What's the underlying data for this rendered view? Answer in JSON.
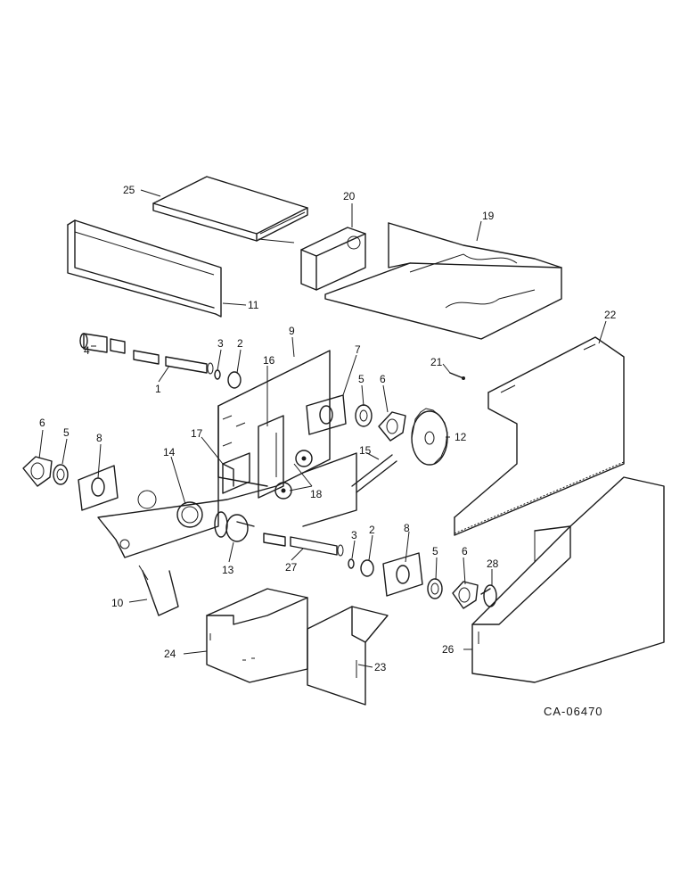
{
  "drawing_code": "CA-06470",
  "callouts": {
    "p1": "1",
    "p2a": "2",
    "p2b": "2",
    "p3a": "3",
    "p3b": "3",
    "p4": "4",
    "p5a": "5",
    "p5b": "5",
    "p5c": "5",
    "p6a": "6",
    "p6b": "6",
    "p6c": "6",
    "p7": "7",
    "p8a": "8",
    "p8b": "8",
    "p9": "9",
    "p10": "10",
    "p11": "11",
    "p12": "12",
    "p13": "13",
    "p14": "14",
    "p15": "15",
    "p16": "16",
    "p17": "17",
    "p18": "18",
    "p19": "19",
    "p20": "20",
    "p21": "21",
    "p22": "22",
    "p23": "23",
    "p24": "24",
    "p25": "25",
    "p26": "26",
    "p27": "27",
    "p28": "28"
  }
}
